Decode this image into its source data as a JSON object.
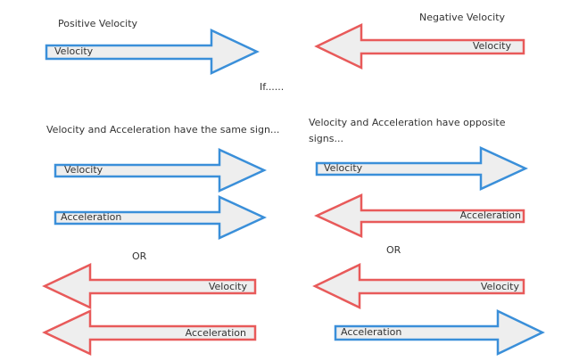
{
  "colors": {
    "positive": "#3a8fd9",
    "negative": "#e85a5a",
    "fill": "#eeeeee",
    "text": "#333333"
  },
  "top": {
    "positive_title": "Positive Velocity",
    "negative_title": "Negative Velocity",
    "positive_arrow_label": "Velocity",
    "negative_arrow_label": "Velocity"
  },
  "if_text": "If......",
  "same": {
    "heading": "Velocity and Acceleration have the same sign...",
    "arrow1_label": "Velocity",
    "arrow2_label": "Acceleration",
    "or_text": "OR",
    "arrow3_label": "Velocity",
    "arrow4_label": "Acceleration"
  },
  "opposite": {
    "heading_line1": "Velocity and Acceleration have opposite",
    "heading_line2": "signs...",
    "arrow1_label": "Velocity",
    "arrow2_label": "Acceleration",
    "or_text": "OR",
    "arrow3_label": "Velocity",
    "arrow4_label": "Acceleration"
  }
}
